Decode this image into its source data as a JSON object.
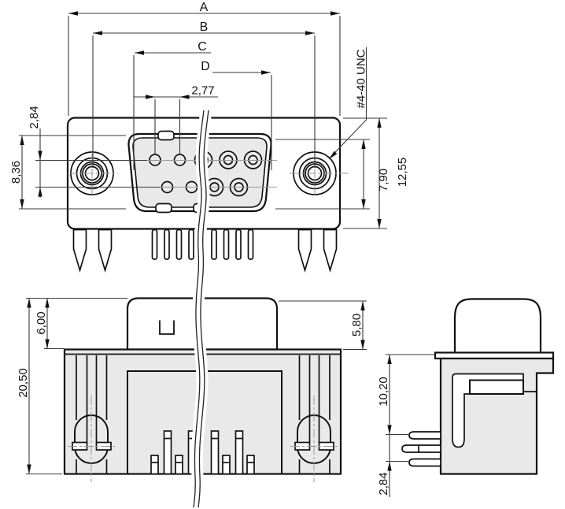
{
  "drawing": {
    "type": "technical-dimensional-drawing",
    "labels": {
      "dim_a": "A",
      "dim_b": "B",
      "dim_c": "C",
      "dim_d": "D",
      "pin_pitch": "2,77",
      "row_spacing": "2,84",
      "shell_height": "8,36",
      "thread_spec": "#4-40 UNC",
      "inset_height": "7,90",
      "flange_height": "12,55",
      "front_shell_height_left": "6,00",
      "front_total_height": "20,50",
      "front_shell_height_right": "5,80",
      "side_body_height": "10,20",
      "side_pin_offset": "2,84"
    },
    "colors": {
      "line": "#111111",
      "gray_fill": "#e9e9e9",
      "dimension_line": "#3a3a3a",
      "center_line": "#9a9a9a",
      "background": "#ffffff"
    }
  }
}
